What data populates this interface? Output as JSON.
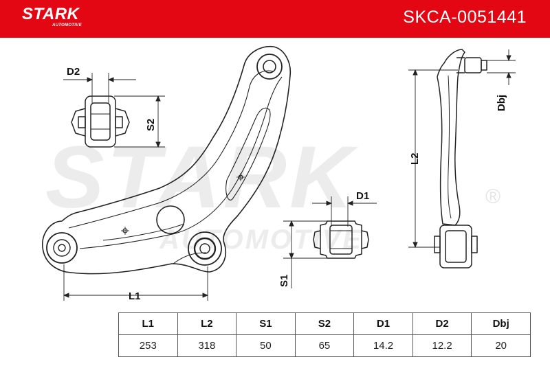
{
  "header": {
    "brand": "STARK",
    "brand_sub": "AUTOMOTIVE",
    "part_number": "SKCA-0051441",
    "color": "#e30613"
  },
  "watermark": {
    "main": "STARK",
    "sub": "AUTOMOTIVE",
    "registered": "®"
  },
  "dimensions": {
    "labels": [
      "D2",
      "S2",
      "D1",
      "S1",
      "L1",
      "L2",
      "Dbj"
    ]
  },
  "spec_table": {
    "headers": [
      "L1",
      "L2",
      "S1",
      "S2",
      "D1",
      "D2",
      "Dbj"
    ],
    "values": [
      "253",
      "318",
      "50",
      "65",
      "14.2",
      "12.2",
      "20"
    ]
  }
}
